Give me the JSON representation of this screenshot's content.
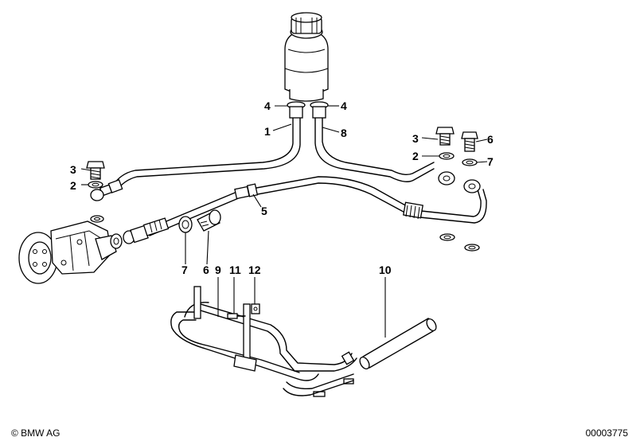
{
  "labels": [
    {
      "text": "1"
    },
    {
      "text": "2"
    },
    {
      "text": "2"
    },
    {
      "text": "3"
    },
    {
      "text": "3"
    },
    {
      "text": "4"
    },
    {
      "text": "4"
    },
    {
      "text": "5"
    },
    {
      "text": "6"
    },
    {
      "text": "6"
    },
    {
      "text": "7"
    },
    {
      "text": "7"
    },
    {
      "text": "8"
    },
    {
      "text": "9"
    },
    {
      "text": "10"
    },
    {
      "text": "11"
    },
    {
      "text": "12"
    }
  ],
  "footer": {
    "copyright": "© BMW AG",
    "doc_number": "00003775"
  }
}
